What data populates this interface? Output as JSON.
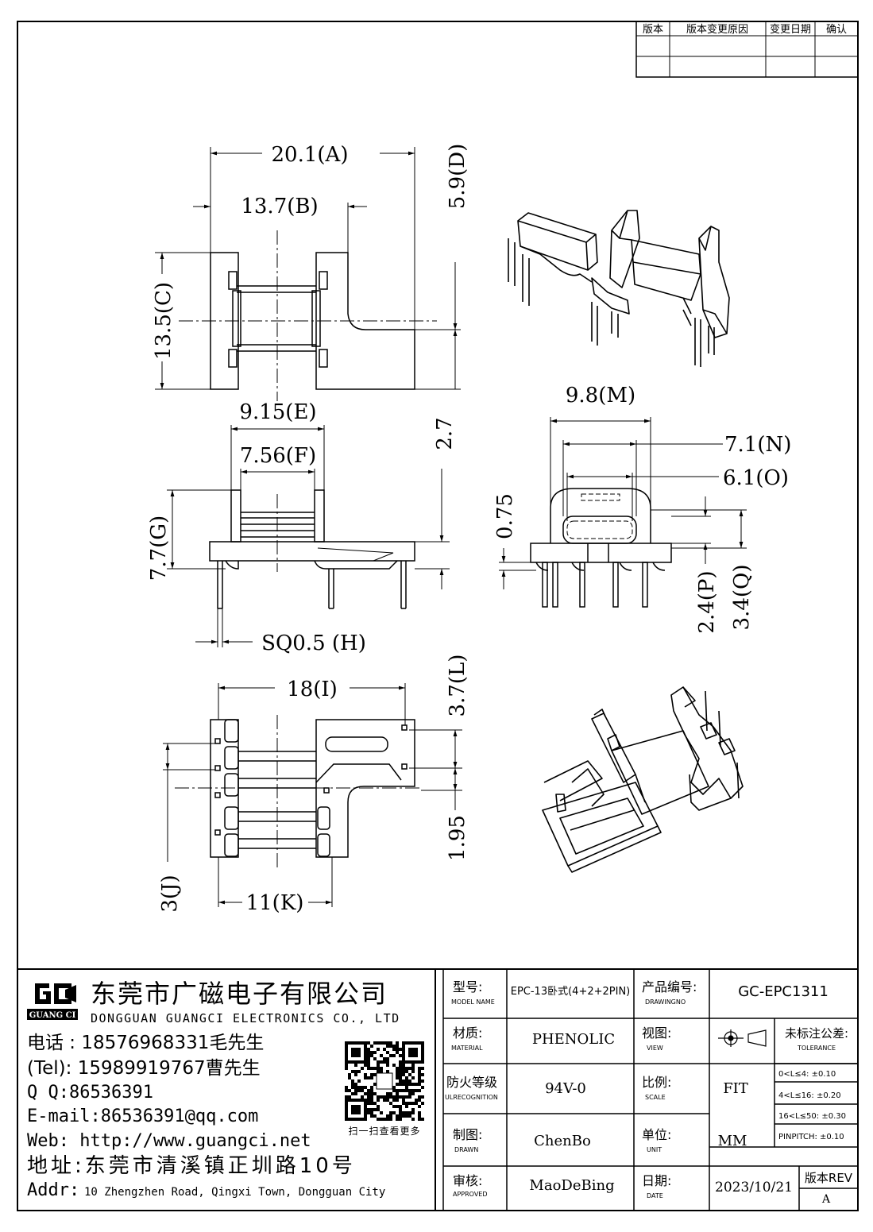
{
  "revision_table": {
    "headers": [
      "版本",
      "版本变更原因",
      "变更日期",
      "确认"
    ]
  },
  "dims": {
    "A": "20.1(A)",
    "B": "13.7(B)",
    "C": "13.5(C)",
    "D": "5.9(D)",
    "E": "9.15(E)",
    "F": "7.56(F)",
    "G": "7.7(G)",
    "H": "SQ0.5 (H)",
    "top_right_2_7": "2.7",
    "M": "9.8(M)",
    "N": "7.1(N)",
    "O": "6.1(O)",
    "P": "2.4(P)",
    "Q": "3.4(Q)",
    "v075": "0.75",
    "I": "18(I)",
    "J": "3(J)",
    "K": "11(K)",
    "L": "3.7(L)",
    "v195": "1.95"
  },
  "company": {
    "logo_text": "GUANG CI",
    "name_cn": "东莞市广磁电子有限公司",
    "name_en": "DONGGUAN GUANGCI ELECTRONICS CO., LTD",
    "phone1": "电话 : 18576968331毛先生",
    "phone2": "(Tel): 15989919767曹先生",
    "qq": "Q Q:86536391",
    "email": "E-mail:86536391@qq.com",
    "web": "Web: http://www.guangci.net",
    "address_cn": "地址:东莞市清溪镇正圳路10号",
    "address_en_prefix": "Addr:",
    "address_en": "10 Zhengzhen Road, Qingxi Town, Dongguan City",
    "qr_caption": "扫一扫查看更多"
  },
  "title_block": {
    "model_label": "型号:",
    "model_label_en": "MODEL NAME",
    "model_value": "EPC-13卧式(4+2+2PIN)",
    "product_no_label": "产品编号:",
    "product_no_label_en": "DRAWINGNO",
    "product_no_value": "GC-EPC1311",
    "material_label": "材质:",
    "material_label_en": "MATERIAL",
    "material_value": "PHENOLIC",
    "view_label": "视图:",
    "view_label_en": "VIEW",
    "tolerance_label": "未标注公差:",
    "tolerance_label_en": "TOLERANCE",
    "tolerance_rows": [
      "0<L≤4: ±0.10",
      "4<L≤16: ±0.20",
      "16<L≤50: ±0.30",
      "PINPITCH: ±0.10"
    ],
    "fire_label": "防火等级",
    "fire_label_en": "ULRECOGNITION",
    "fire_value": "94V-0",
    "scale_label": "比例:",
    "scale_label_en": "SCALE",
    "scale_value": "FIT",
    "drawn_label": "制图:",
    "drawn_label_en": "DRAWN",
    "drawn_value": "ChenBo",
    "unit_label": "单位:",
    "unit_label_en": "UNIT",
    "unit_value": "MM",
    "approved_label": "审核:",
    "approved_label_en": "APPROVED",
    "approved_value": "MaoDeBing",
    "date_label": "日期:",
    "date_label_en": "DATE",
    "date_value": "2023/10/21",
    "rev_label": "版本REV",
    "rev_value": "A"
  }
}
